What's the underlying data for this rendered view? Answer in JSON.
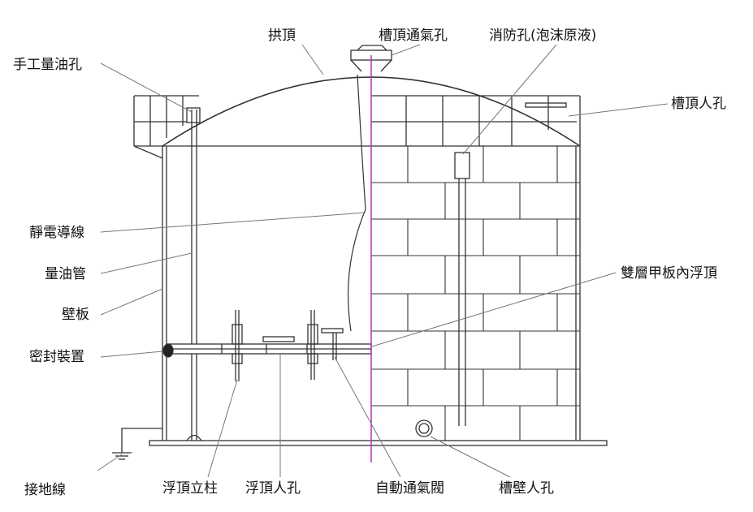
{
  "labels": {
    "arched_roof": "拱頂",
    "roof_vent": "槽頂通氣孔",
    "fire_port": "消防孔(泡沫原液)",
    "gauge_hatch": "手工量油孔",
    "roof_manhole": "槽頂人孔",
    "static_wire": "靜電導線",
    "gauge_pipe": "量油管",
    "wall_plate": "壁板",
    "double_deck_roof": "雙層甲板內浮頂",
    "seal": "密封裝置",
    "ground_wire": "接地線",
    "roof_leg": "浮頂立柱",
    "floating_roof_manhole": "浮頂人孔",
    "auto_vent_valve": "自動通氣閥",
    "shell_manhole": "槽壁人孔"
  }
}
